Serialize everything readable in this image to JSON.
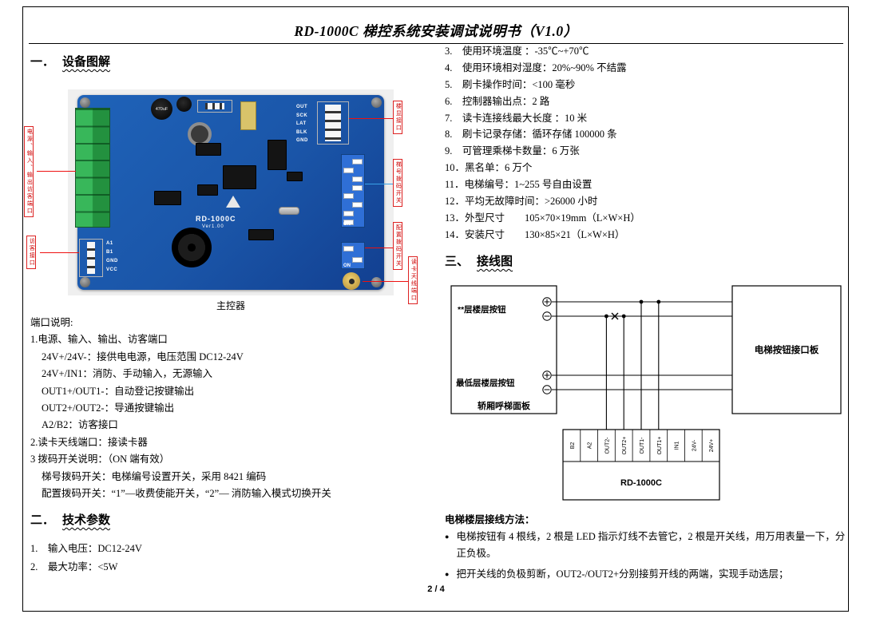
{
  "page": {
    "title": "RD-1000C 梯控系统安装调试说明书（V1.0）",
    "page_number": "2 / 4"
  },
  "sections": {
    "s1": {
      "num": "一．",
      "title": "设备图解"
    },
    "s2": {
      "num": "二．",
      "title": "技术参数"
    },
    "s3": {
      "num": "三、",
      "title": "接线图"
    }
  },
  "board": {
    "caption": "主控器",
    "silk": "RD-1000C",
    "silk2": "Ver1.00",
    "cap_label": "470uF",
    "on_label": "ON",
    "callouts": {
      "left1": "电源、输入、输出访客端口",
      "left2": "访客接口",
      "right1": "楼显接口",
      "right2": "梯号拨码开关",
      "right3": "配置拨码开关",
      "right4": "读卡天线端口"
    },
    "conn5": [
      "OUT",
      "SCK",
      "LAT",
      "BLK",
      "GND"
    ],
    "conn4": [
      "A1",
      "B1",
      "GND",
      "VCC"
    ]
  },
  "port_desc": {
    "title": "端口说明:",
    "lines": [
      {
        "t": "1.电源、输入、输出、访客端口"
      },
      {
        "t": "24V+/24V-：接供电电源，电压范围 DC12-24V"
      },
      {
        "t": "24V+/IN1：消防、手动输入，无源输入"
      },
      {
        "t": "OUT1+/OUT1-：自动登记按键输出"
      },
      {
        "t": "OUT2+/OUT2-：导通按键输出"
      },
      {
        "t": "A2/B2：访客接口"
      },
      {
        "t": "2.读卡天线端口：接读卡器"
      },
      {
        "t": "3 拨码开关说明：（ON 端有效）"
      },
      {
        "t": "梯号拨码开关：电梯编号设置开关，采用 8421 编码"
      },
      {
        "t": "配置拨码开关：“1”—收费使能开关，“2”— 消防输入模式切换开关"
      }
    ]
  },
  "tech_params": [
    "1.　输入电压：DC12-24V",
    "2.　最大功率：<5W"
  ],
  "specs": [
    "3.　使用环境温度 ：-35℃~+70℃",
    "4.　使用环境相对湿度：20%~90% 不结露",
    "5.　刷卡操作时间：<100 毫秒",
    "6.　控制器输出点：2 路",
    "7.　读卡连接线最大长度 ：10 米",
    "8.　刷卡记录存储：循环存储 100000 条",
    "9.　可管理乘梯卡数量：6 万张",
    "10．黑名单：6 万个",
    "11．电梯编号：1~255 号自由设置",
    "12．平均无故障时间：>26000 小时",
    "13．外型尺寸　　105×70×19mm（L×W×H）",
    "14．安装尺寸　　130×85×21（L×W×H）"
  ],
  "diagram": {
    "left_box": {
      "btn_top": "**层楼层按钮",
      "btn_bottom": "最低层楼层按钮",
      "panel": "轿厢呼梯面板"
    },
    "right_box": "电梯按钮接口板",
    "rd_label": "RD-1000C",
    "terminals": [
      "B2",
      "A2",
      "OUT2-",
      "OUT2+",
      "OUT1-",
      "OUT1+",
      "IN1",
      "24V-",
      "24V+"
    ]
  },
  "method": {
    "title": "电梯楼层接线方法：",
    "marker": "●",
    "bullets": [
      "电梯按钮有 4 根线，2 根是 LED 指示灯线不去管它，2 根是开关线，用万用表量一下，分正负极。",
      "把开关线的负极剪断，OUT2-/OUT2+分别接剪开线的两端，实现手动选层；"
    ]
  }
}
